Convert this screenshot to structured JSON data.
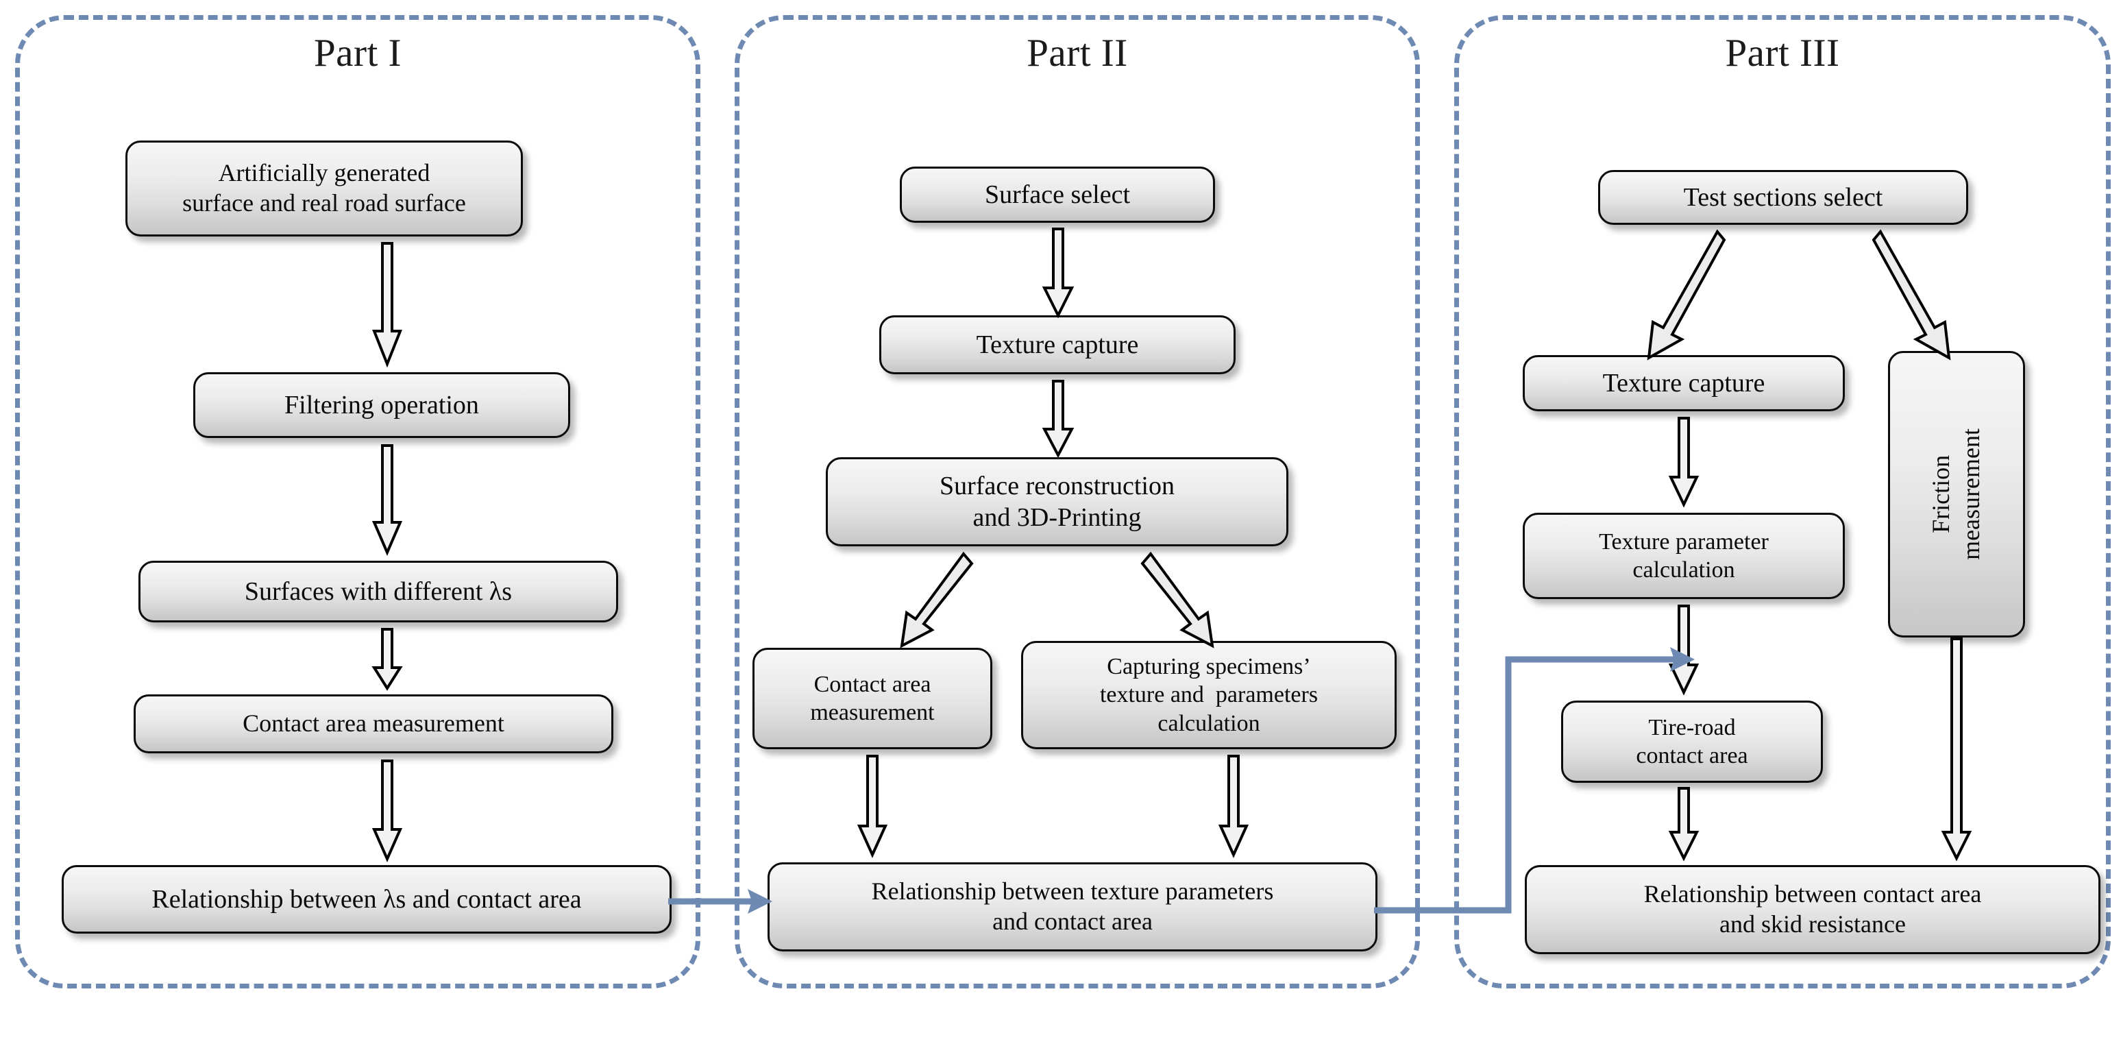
{
  "diagram": {
    "title": "Research framework flowchart",
    "accent_color": "#6e89b2",
    "box_border_color": "#0b0b0b",
    "parts": [
      {
        "id": "part-1",
        "title": "Part I",
        "nodes": [
          {
            "id": "p1-n1",
            "label": "Artificially generated\nsurface and real road surface"
          },
          {
            "id": "p1-n2",
            "label": "Filtering operation"
          },
          {
            "id": "p1-n3",
            "label": "Surfaces with different λs"
          },
          {
            "id": "p1-n4",
            "label": "Contact area measurement"
          },
          {
            "id": "p1-n5",
            "label": "Relationship between λs and contact area"
          }
        ]
      },
      {
        "id": "part-2",
        "title": "Part II",
        "nodes": [
          {
            "id": "p2-n1",
            "label": "Surface select"
          },
          {
            "id": "p2-n2",
            "label": "Texture capture"
          },
          {
            "id": "p2-n3",
            "label": "Surface reconstruction\nand 3D-Printing"
          },
          {
            "id": "p2-n4",
            "label": "Contact area\nmeasurement"
          },
          {
            "id": "p2-n5",
            "label": "Capturing specimens’\ntexture and  parameters\ncalculation"
          },
          {
            "id": "p2-n6",
            "label": "Relationship between texture parameters\nand contact area"
          }
        ]
      },
      {
        "id": "part-3",
        "title": "Part III",
        "nodes": [
          {
            "id": "p3-n1",
            "label": "Test sections select"
          },
          {
            "id": "p3-n2",
            "label": "Texture capture"
          },
          {
            "id": "p3-n3",
            "label": "Texture parameter\ncalculation"
          },
          {
            "id": "p3-n4",
            "label": "Friction\nmeasurement"
          },
          {
            "id": "p3-n5",
            "label": "Tire-road\ncontact area"
          },
          {
            "id": "p3-n6",
            "label": "Relationship between contact area\nand skid resistance"
          }
        ]
      }
    ],
    "connectors": {
      "p1_to_p2": "Relationship between λs and contact area → Relationship between texture parameters and contact area",
      "p2_to_p3": "Relationship between texture parameters and contact area → Tire-road contact area"
    }
  }
}
